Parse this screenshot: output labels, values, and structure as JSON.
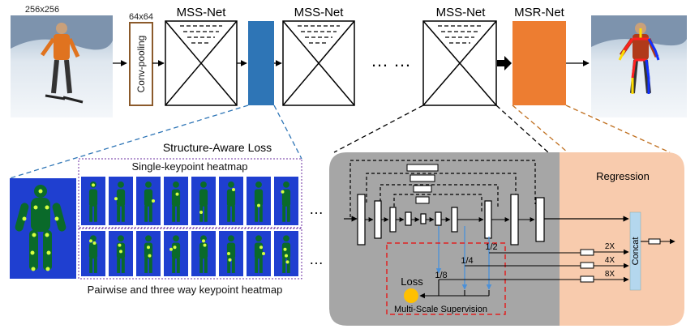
{
  "input": {
    "size_label": "256x256"
  },
  "conv_pooling": {
    "size_label": "64x64",
    "label": "Conv-pooling"
  },
  "stages": {
    "mss_1": "MSS-Net",
    "mss_2": "MSS-Net",
    "mss_last": "MSS-Net",
    "msr": "MSR-Net",
    "ellipsis": "… …"
  },
  "heatmaps": {
    "section_title": "Structure-Aware Loss",
    "single_label": "Single-keypoint heatmap",
    "pairwise_label": "Pairwise and three way keypoint heatmap"
  },
  "mss_detail": {
    "scale_labels": [
      "1/8",
      "1/4",
      "1/2"
    ],
    "loss_label": "Loss",
    "supervision_label": "Multi-Scale Supervision",
    "ellipsis": "…"
  },
  "regression": {
    "title": "Regression",
    "concat_label": "Concat",
    "upsample_labels": [
      "2X",
      "4X",
      "8X"
    ]
  },
  "colors": {
    "blue_block": "#2e75b6",
    "orange_block": "#ed7d31",
    "conv_border": "#8b5a2b",
    "gray_panel": "#a6a6a6",
    "peach_panel": "#f8cbad",
    "concat_bar": "#b4d7ee",
    "loss_dot": "#ffc000",
    "red_dash": "#e02020",
    "heatmap_bg": "#1f3fd0"
  }
}
